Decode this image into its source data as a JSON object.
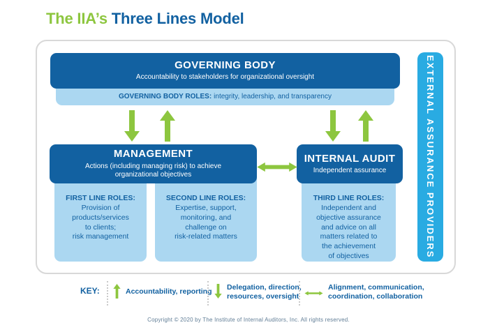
{
  "colors": {
    "darkblue": "#1261A1",
    "lightblue": "#ABD7F1",
    "cyan": "#29ABE2",
    "green": "#8DC63F",
    "frame": "#D8D8D8",
    "muted": "#607D96"
  },
  "title": {
    "highlight": "The IIA’s",
    "rest": "Three Lines Model"
  },
  "diagram": {
    "governing_body": {
      "title": "GOVERNING BODY",
      "subtitle": "Accountability to stakeholders for organizational oversight",
      "roles_label": "GOVERNING BODY ROLES:",
      "roles_text": "integrity, leadership, and transparency"
    },
    "management": {
      "title": "MANAGEMENT",
      "subtitle": [
        "Actions (including managing risk) to achieve",
        "organizational objectives"
      ]
    },
    "internal_audit": {
      "title": "INTERNAL AUDIT",
      "subtitle": "Independent assurance"
    },
    "first_line": {
      "label": "FIRST LINE ROLES:",
      "text": [
        "Provision of",
        "products/services",
        "to clients;",
        "risk management"
      ]
    },
    "second_line": {
      "label": "SECOND LINE ROLES:",
      "text": [
        "Expertise, support,",
        "monitoring, and",
        "challenge on",
        "risk-related matters"
      ]
    },
    "third_line": {
      "label": "THIRD LINE ROLES:",
      "text": [
        "Independent and",
        "objective assurance",
        "and advice on all",
        "matters related to",
        "the achievement",
        "of objectives"
      ]
    },
    "external_assurance": {
      "label": "EXTERNAL ASSURANCE PROVIDERS"
    }
  },
  "key": {
    "label": "KEY:",
    "items": [
      {
        "icon": "arrow-up-icon",
        "text": [
          "Accountability, reporting"
        ]
      },
      {
        "icon": "arrow-down-icon",
        "text": [
          "Delegation, direction,",
          "resources, oversight"
        ]
      },
      {
        "icon": "arrow-double-icon",
        "text": [
          "Alignment, communication,",
          "coordination, collaboration"
        ]
      }
    ]
  },
  "footer": {
    "copyright": "Copyright © 2020 by The Institute of Internal Auditors, Inc. All rights reserved."
  }
}
